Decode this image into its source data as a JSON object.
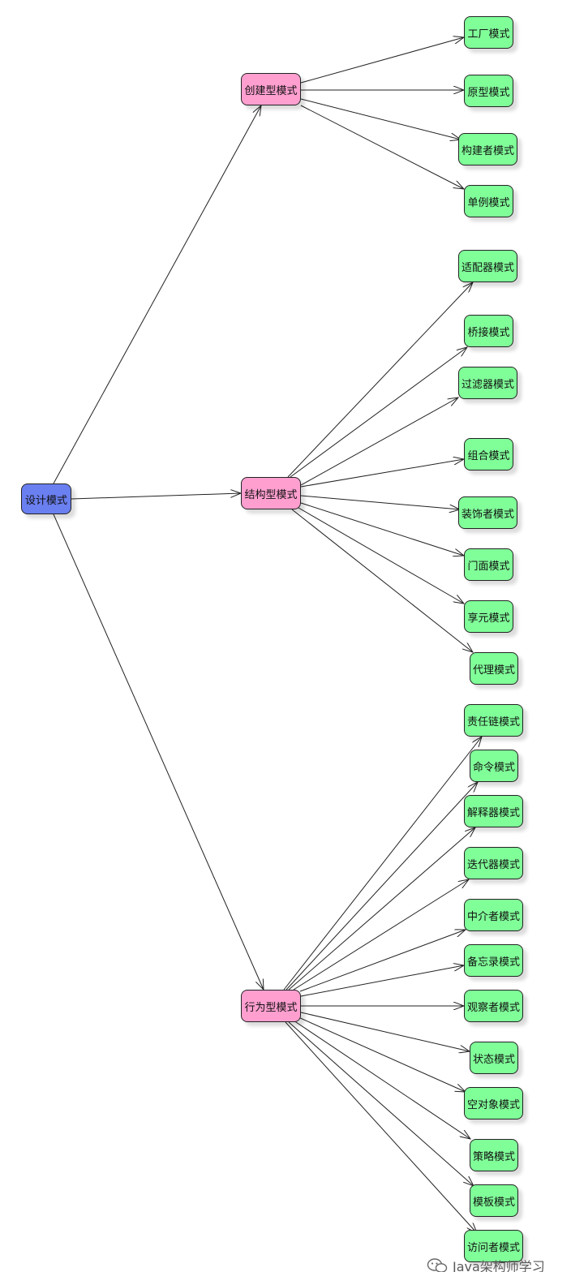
{
  "nodes": {
    "root": "设计模式",
    "creational": "创建型模式",
    "structural": "结构型模式",
    "behavioral": "行为型模式",
    "creational_children": [
      "工厂模式",
      "原型模式",
      "构建者模式",
      "单例模式"
    ],
    "structural_children": [
      "适配器模式",
      "桥接模式",
      "过滤器模式",
      "组合模式",
      "装饰者模式",
      "门面模式",
      "享元模式",
      "代理模式"
    ],
    "behavioral_children": [
      "责任链模式",
      "命令模式",
      "解释器模式",
      "迭代器模式",
      "中介者模式",
      "备忘录模式",
      "观察者模式",
      "状态模式",
      "空对象模式",
      "策略模式",
      "模板模式",
      "访问者模式"
    ]
  },
  "watermark": "Java架构师学习",
  "colors": {
    "root": "#6a7ff0",
    "category": "#ff9fd0",
    "leaf": "#80ff99",
    "edge": "#222222"
  }
}
